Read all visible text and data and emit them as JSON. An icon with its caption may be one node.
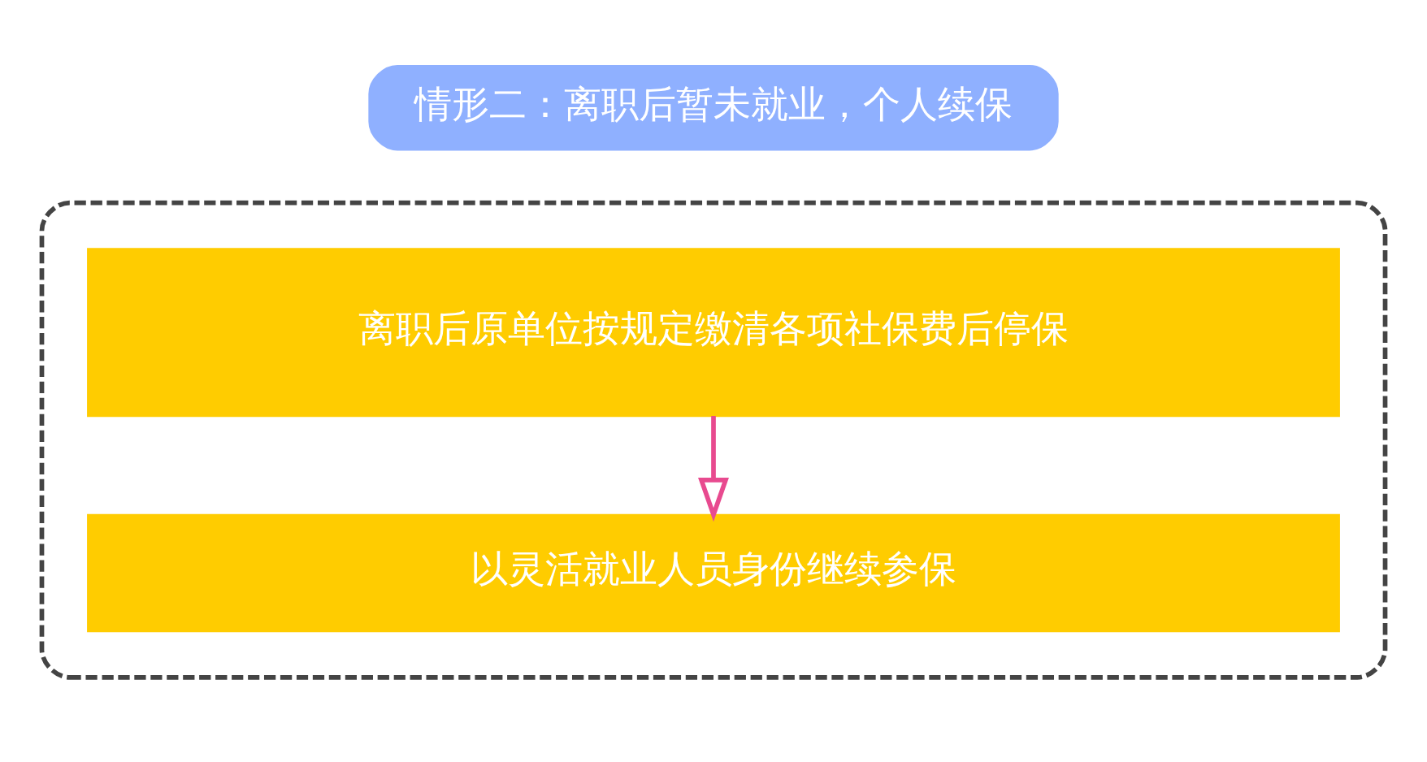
{
  "diagram": {
    "nodes": [
      {
        "text": [
          "情形二：离职后暂未就业，个人续保"
        ]
      },
      {
        "text": [],
        "shape": "box"
      },
      {
        "text": [
          "离职后原单位按规定缴清各项社保费后停保"
        ],
        "in": 1
      },
      {
        "text": [
          "以灵活就业人员身份继续参保"
        ],
        "in": 1
      }
    ],
    "edges": [
      {
        "from": 2,
        "to": 3,
        "arrow": "to"
      }
    ]
  }
}
